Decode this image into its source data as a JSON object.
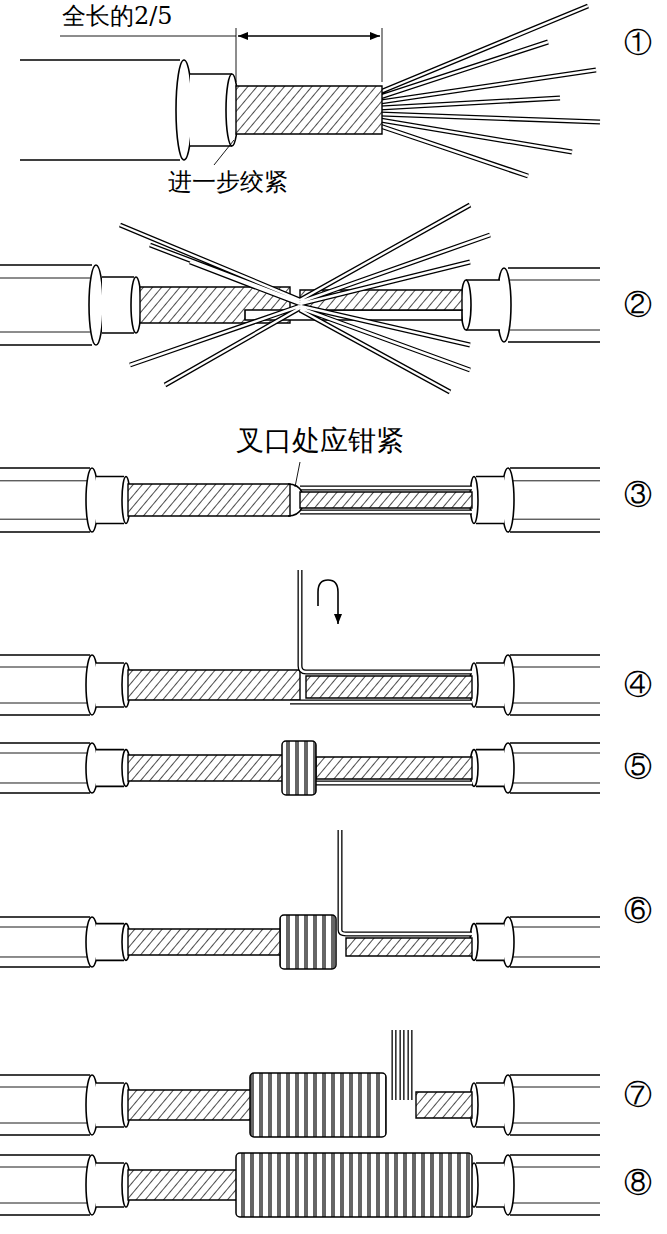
{
  "diagram": {
    "labels": [
      "全长的2/5",
      "进一步绞紧",
      "①",
      "②",
      "叉口处应钳紧",
      "③",
      "④",
      "⑤",
      "⑥",
      "⑦",
      "⑧"
    ]
  }
}
